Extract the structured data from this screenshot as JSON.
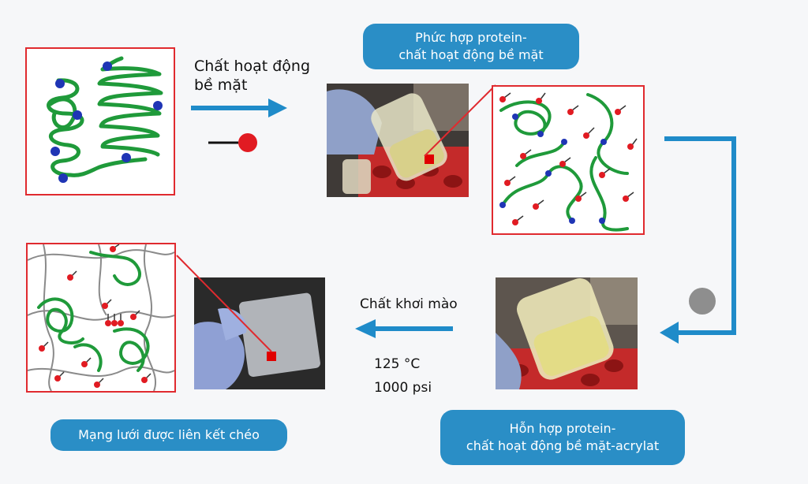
{
  "labels": {
    "surfactant": [
      "Chất hoạt động",
      "bề mặt"
    ],
    "complex_pill": [
      "Phức hợp protein-",
      "chất hoạt động bề mặt"
    ],
    "initiator": "Chất khơi mào",
    "temperature": "125 °C",
    "pressure": "1000 psi",
    "mixture_pill": [
      "Hỗn hợp protein-",
      "chất hoạt động bề mặt-acrylat"
    ],
    "network_pill": "Mạng lưới được liên kết chéo"
  },
  "colors": {
    "arrow": "#1f8bc9",
    "pill": "#2a8ec6",
    "protein": "#1f9a3a",
    "site": "#1f35b5",
    "surfactant_head": "#e11b22",
    "frame": "#e02a2f",
    "initiator_dot": "#8e8e8e",
    "polymer": "#8a8a8a"
  },
  "icons": {
    "surfactant_symbol": "surfactant-molecule-icon",
    "initiator_symbol": "initiator-dot-icon"
  }
}
